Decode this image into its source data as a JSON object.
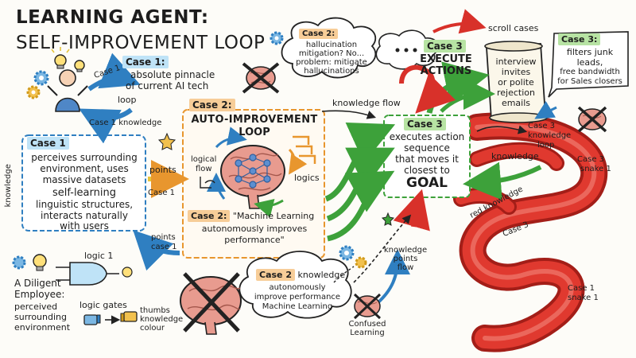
{
  "title": {
    "line1": "LEARNING AGENT:",
    "line2": "SELF-IMPROVEMENT LOOP"
  },
  "case1_top": {
    "tag": "Case 1:",
    "text_line1": "absolute pinnacle",
    "text_line2": "of current AI tech",
    "arrow_case1": "Case 1",
    "arrow_loop": "loop",
    "knowledge": "Case 1 knowledge"
  },
  "case1_box": {
    "tag": "Case 1",
    "line1": "perceives surrounding",
    "line2": "environment, uses",
    "line3": "massive datasets",
    "line4": "self-learning",
    "line5": "linguistic structures,",
    "line6": "interacts naturally",
    "line7": "with users",
    "side_label": "knowledge"
  },
  "points_arrows": {
    "points": "points",
    "case1": "Case 1",
    "points_case1_l1": "points",
    "points_case1_l2": "case 1"
  },
  "auto_box": {
    "tag": "Case 2:",
    "title_line1": "AUTO-IMPROVEMENT",
    "title_line2": "LOOP",
    "logical_l1": "logical",
    "logical_l2": "flow",
    "logics": "logics",
    "caption_tag": "Case 2:",
    "caption_l1": "\"Machine Learning",
    "caption_l2": "autonomously improves",
    "caption_l3": "performance\""
  },
  "hallucination_cloud": {
    "tag": "Case 2:",
    "line1": "hallucination",
    "line2": "mitigation? No...",
    "line3": "problem: mitigate",
    "line4": "hallucinations"
  },
  "execute": {
    "tag": "Case 3",
    "line1": "EXECUTE",
    "line2": "ACTIONS",
    "dots": "..."
  },
  "scroll": {
    "label": "scroll cases",
    "line1": "interview",
    "line2": "invites",
    "line3": "or polite",
    "line4": "rejection",
    "line5": "emails"
  },
  "case3_filter": {
    "tag": "Case 3:",
    "line1": "filters junk",
    "line2": "leads,",
    "line3": "free bandwidth",
    "line4": "for Sales closers"
  },
  "case3_box": {
    "tag": "Case 3",
    "line1": "executes action",
    "line2": "sequence",
    "line3": "that moves it",
    "line4": "closest to",
    "goal": "GOAL"
  },
  "flow_labels": {
    "knowledge_flow": "knowledge flow",
    "case3_loop_l1": "Case 3",
    "case3_loop_l2": "knowledge",
    "case3_loop_l3": "loop",
    "knowledge": "knowledge",
    "case3_snake_l1": "Case 3",
    "case3_snake_l2": "snake 1",
    "red_knowledge": "red knowledge",
    "case3_arrow": "Case 3",
    "case1_snake_l1": "Case 1",
    "case1_snake_l2": "snake 1",
    "kp_l1": "knowledge",
    "kp_l2": "points",
    "kp_l3": "flow",
    "confused_l1": "Confused",
    "confused_l2": "Learning"
  },
  "case2_cloud": {
    "tag": "Case 2",
    "tag_rest": "knowledge",
    "line1": "autonomously",
    "line2": "improve performance",
    "line3": "Machine Learning"
  },
  "employee": {
    "line1": "A Diligent",
    "line2": "Employee:",
    "line3": "perceived",
    "line4": "surrounding",
    "line5": "environment",
    "logic1": "logic 1",
    "logic_gates": "logic gates",
    "thumbs_l1": "thumbs",
    "thumbs_l2": "knowledge",
    "thumbs_l3": "colour"
  },
  "colors": {
    "blue": "#2f7fc1",
    "blue_tag": "#bfe3f7",
    "orange": "#e8962e",
    "orange_tag": "#f7cd98",
    "green": "#3da13a",
    "green_tag": "#b7e3a3",
    "red": "#d8312a",
    "brain": "#e89b8f"
  },
  "icons": [
    "lightbulb-icon",
    "gear-icon",
    "brain-icon",
    "neural-network-icon",
    "scroll-icon",
    "speech-cloud-icon",
    "thumbs-down-icon",
    "thumbs-up-icon",
    "logic-gate-icon",
    "star-icon"
  ]
}
